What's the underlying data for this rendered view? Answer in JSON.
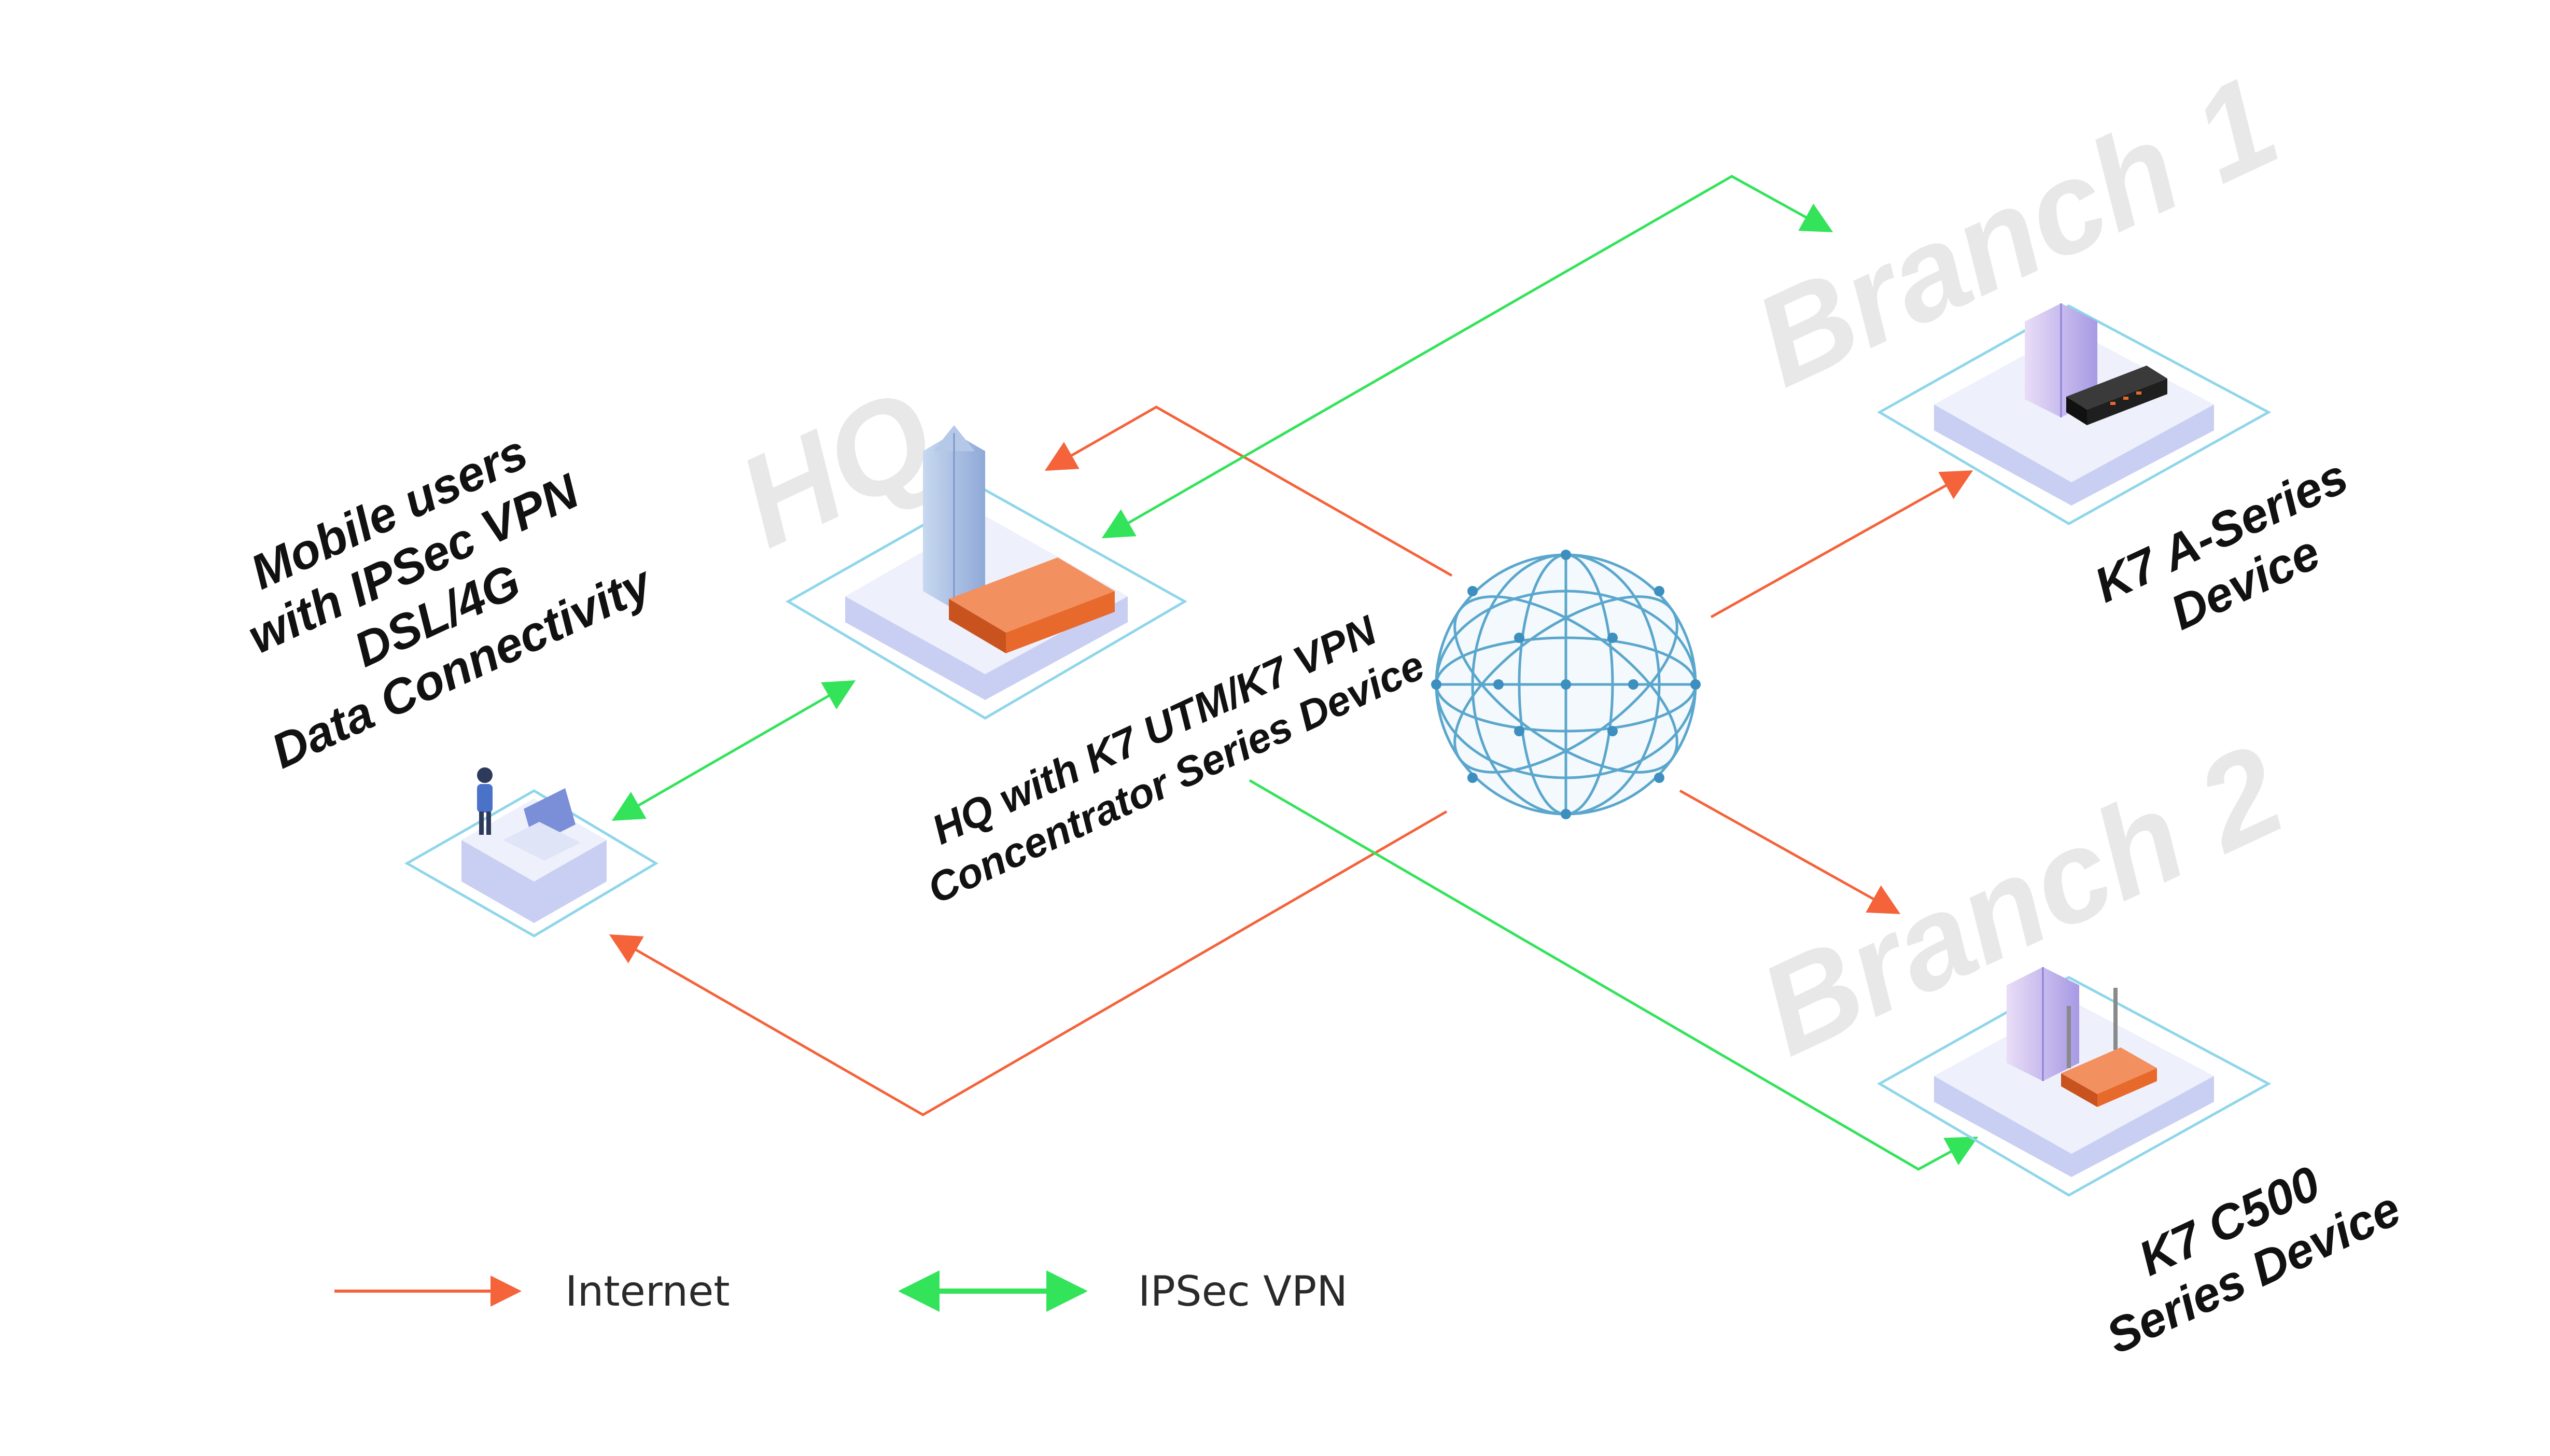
{
  "labels": {
    "mobile_line1": "Mobile users",
    "mobile_line2": "with IPSec VPN",
    "mobile_line3": "DSL/4G",
    "mobile_line4": "Data Connectivity",
    "hq_line1": "HQ with K7 UTM/K7 VPN",
    "hq_line2": "Concentrator Series Device",
    "branch1_line1": "K7 A-Series",
    "branch1_line2": "Device",
    "branch2_line1": "K7 C500",
    "branch2_line2": "Series Device"
  },
  "zones": {
    "hq": "HQ",
    "branch1": "Branch 1",
    "branch2": "Branch 2"
  },
  "legend": {
    "internet": "Internet",
    "ipsec": "IPSec VPN"
  },
  "colors": {
    "internet": "#f4633a",
    "ipsec": "#33e35a",
    "platform_outline": "#8fd6ea",
    "platform_top": "#eef1fb",
    "platform_side": "#c9cff3",
    "device_orange": "#e8692c",
    "device_black": "#1f1f1f",
    "globe": "#5aa6cc"
  }
}
